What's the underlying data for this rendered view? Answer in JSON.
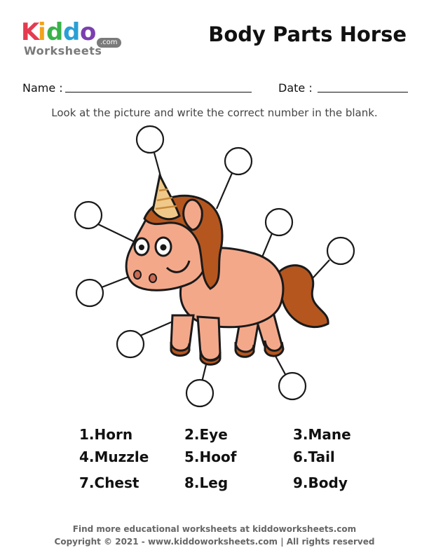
{
  "logo": {
    "main_letters": [
      "K",
      "i",
      "d",
      "d",
      "o"
    ],
    "main_colors": [
      "#e53b50",
      "#f3a21a",
      "#39b24a",
      "#2a9fd6",
      "#7b3fb0"
    ],
    "sub": "Worksheets",
    "dotcom": ".com"
  },
  "title": "Body Parts Horse",
  "name_label": "Name :",
  "date_label": "Date :",
  "instructions": "Look at the picture and write the correct number in the blank.",
  "answers": [
    {
      "text": "1.Horn"
    },
    {
      "text": "2.Eye"
    },
    {
      "text": "3.Mane"
    },
    {
      "text": "4.Muzzle"
    },
    {
      "text": "5.Hoof"
    },
    {
      "text": "6.Tail"
    },
    {
      "text": "7.Chest"
    },
    {
      "text": "8.Leg"
    },
    {
      "text": "9.Body"
    }
  ],
  "footer": {
    "line1": "Find more educational worksheets at kiddoworksheets.com",
    "line2": "Copyright © 2021 - www.kiddoworksheets.com  |  All rights reserved"
  },
  "colors": {
    "horse_body": "#f4a88a",
    "mane": "#b5561f",
    "horn": "#f0c98a",
    "outline": "#1a1a1a"
  }
}
